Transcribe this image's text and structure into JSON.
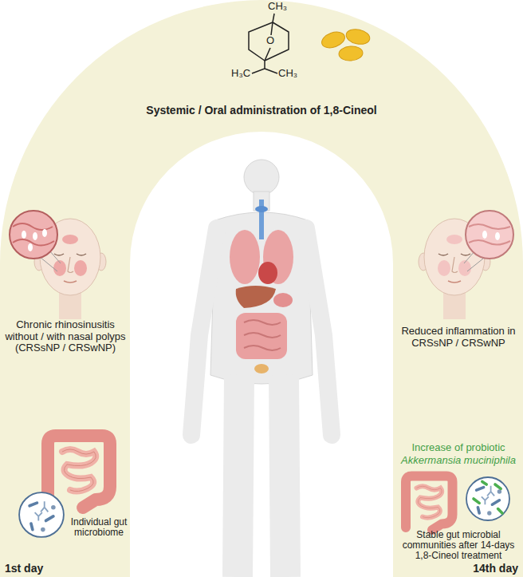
{
  "diagram": {
    "title": "Systemic / Oral administration of 1,8-Cineol",
    "nodes": [
      {
        "text": [
          "Chronic rhinosinusitis without / with nasal polyps (CRSsNP / CRSwNP)",
          "Individual gut microbiome",
          "1st day",
          "Reduced inflammation in CRSsNP / CRSwNP",
          "Increase of probiotic",
          "Akkermansia muciniphila",
          "Stable gut microbial communities after 14-days 1,8-Cineol treatment",
          "14th day"
        ]
      }
    ],
    "labels": [
      "CH₃",
      "O",
      "H₃C",
      "CH₃"
    ]
  }
}
